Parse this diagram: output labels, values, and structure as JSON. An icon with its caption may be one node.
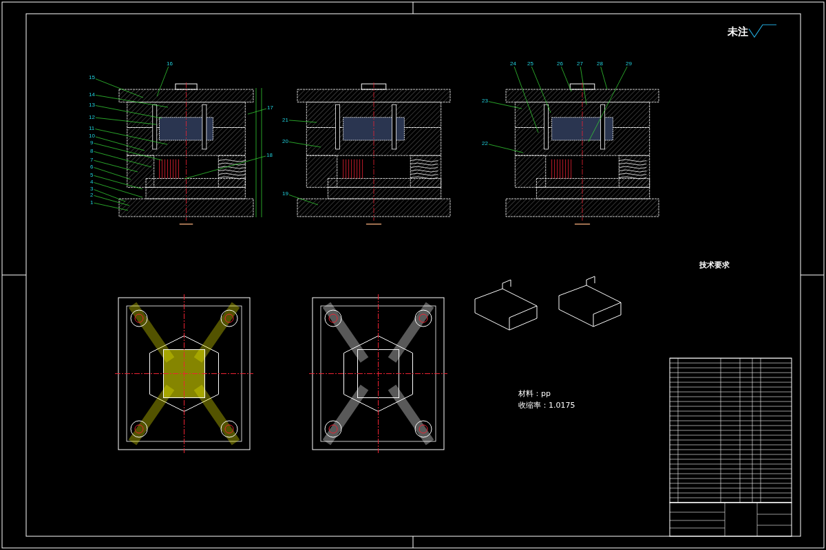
{
  "diagram": {
    "nodes": [
      {
        "text": [
          "1"
        ]
      },
      {
        "text": [
          "2"
        ]
      },
      {
        "text": [
          "3"
        ]
      },
      {
        "text": [
          "4"
        ]
      },
      {
        "text": [
          "5"
        ]
      },
      {
        "text": [
          "6"
        ]
      },
      {
        "text": [
          "7"
        ]
      },
      {
        "text": [
          "8"
        ]
      },
      {
        "text": [
          "9"
        ]
      },
      {
        "text": [
          "10"
        ]
      },
      {
        "text": [
          "11"
        ]
      },
      {
        "text": [
          "12"
        ]
      },
      {
        "text": [
          "13"
        ]
      },
      {
        "text": [
          "14"
        ]
      },
      {
        "text": [
          "15"
        ]
      },
      {
        "text": [
          "16"
        ]
      },
      {
        "text": [
          "17"
        ]
      },
      {
        "text": [
          "18"
        ]
      },
      {
        "text": [
          "19"
        ]
      },
      {
        "text": [
          "20"
        ]
      },
      {
        "text": [
          "21"
        ]
      },
      {
        "text": [
          "22"
        ]
      },
      {
        "text": [
          "23"
        ]
      },
      {
        "text": [
          "24"
        ]
      },
      {
        "text": [
          "25"
        ]
      },
      {
        "text": [
          "26"
        ]
      },
      {
        "text": [
          "27"
        ]
      },
      {
        "text": [
          "28"
        ]
      },
      {
        "text": [
          "29"
        ]
      }
    ],
    "edges": [
      {
        "from": 0,
        "to": null,
        "arrow": "none"
      },
      {
        "from": 1,
        "to": null,
        "arrow": "none"
      },
      {
        "from": 2,
        "to": null,
        "arrow": "none"
      },
      {
        "from": 3,
        "to": null,
        "arrow": "none"
      },
      {
        "from": 4,
        "to": null,
        "arrow": "none"
      },
      {
        "from": 5,
        "to": null,
        "arrow": "none"
      },
      {
        "from": 6,
        "to": null,
        "arrow": "none"
      },
      {
        "from": 7,
        "to": null,
        "arrow": "none"
      },
      {
        "from": 8,
        "to": null,
        "arrow": "none"
      },
      {
        "from": 9,
        "to": null,
        "arrow": "none"
      },
      {
        "from": 10,
        "to": null,
        "arrow": "none"
      },
      {
        "from": 11,
        "to": null,
        "arrow": "none"
      },
      {
        "from": 12,
        "to": null,
        "arrow": "none"
      },
      {
        "from": 13,
        "to": null,
        "arrow": "none"
      },
      {
        "from": 14,
        "to": null,
        "arrow": "none"
      },
      {
        "from": 15,
        "to": null,
        "arrow": "none"
      },
      {
        "from": 16,
        "to": null,
        "arrow": "none"
      },
      {
        "from": 17,
        "to": null,
        "arrow": "none"
      },
      {
        "from": 18,
        "to": null,
        "arrow": "none"
      },
      {
        "from": 19,
        "to": null,
        "arrow": "none"
      },
      {
        "from": 20,
        "to": null,
        "arrow": "none"
      },
      {
        "from": 21,
        "to": null,
        "arrow": "none"
      },
      {
        "from": 22,
        "to": null,
        "arrow": "none"
      },
      {
        "from": 23,
        "to": null,
        "arrow": "none"
      },
      {
        "from": 24,
        "to": null,
        "arrow": "none"
      },
      {
        "from": 25,
        "to": null,
        "arrow": "none"
      },
      {
        "from": 26,
        "to": null,
        "arrow": "none"
      },
      {
        "from": 27,
        "to": null,
        "arrow": "none"
      },
      {
        "from": 28,
        "to": null,
        "arrow": "none"
      }
    ],
    "labels": [
      "未注",
      "技术要求",
      "材料：pp",
      "收缩率：1.0175"
    ]
  }
}
